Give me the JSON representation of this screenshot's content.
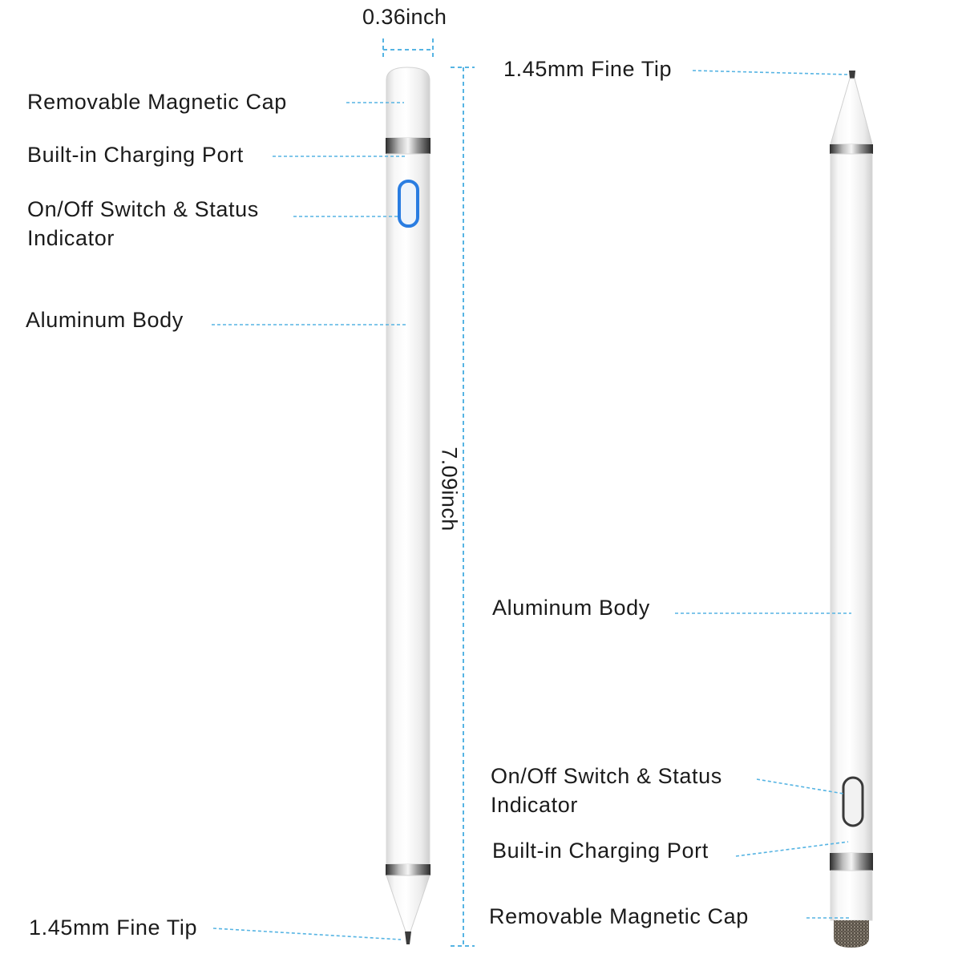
{
  "dimensions": {
    "width": "0.36inch",
    "length": "7.09inch"
  },
  "left_stylus": {
    "labels": {
      "cap": "Removable Magnetic Cap",
      "port": "Built-in Charging Port",
      "switch": "On/Off Switch & Status Indicator",
      "body": "Aluminum Body",
      "tip": "1.45mm Fine Tip"
    }
  },
  "right_stylus": {
    "labels": {
      "tip": "1.45mm Fine Tip",
      "body": "Aluminum Body",
      "switch": "On/Off Switch & Status Indicator",
      "port": "Built-in Charging Port",
      "cap": "Removable Magnetic Cap"
    }
  },
  "colors": {
    "leader": "#56b4e3",
    "pen_body": "#f4f4f4",
    "status_led": "#2a7de1",
    "metal_ring": "#4a4a4a"
  }
}
